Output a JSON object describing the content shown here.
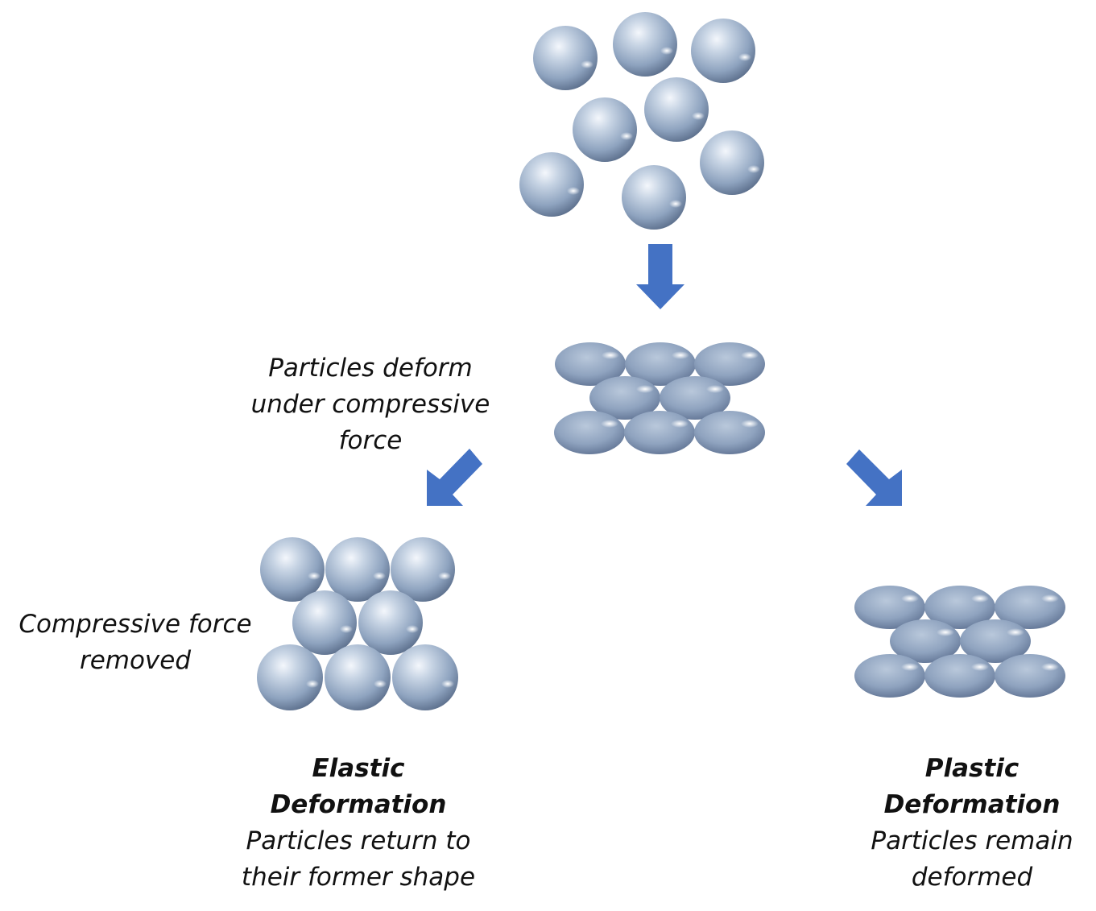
{
  "captions": {
    "deform_note": {
      "lines": [
        "Particles deform",
        "under compressive",
        "force"
      ]
    },
    "removed_note": {
      "lines": [
        "Compressive force",
        "removed"
      ]
    },
    "elastic": {
      "title_lines": [
        "Elastic",
        "Deformation"
      ],
      "desc_lines": [
        "Particles return to",
        "their former shape"
      ]
    },
    "plastic": {
      "title_lines": [
        "Plastic",
        "Deformation"
      ],
      "desc_lines": [
        "Particles remain",
        "deformed"
      ]
    }
  },
  "colors": {
    "arrow": "#4472C4",
    "particle_light": "#eef3fa",
    "particle_mid": "#a9bbd2",
    "particle_dark": "#5f7390",
    "text": "#111111"
  },
  "groups": [
    {
      "name": "initial-loose-particles",
      "shape": "sphere",
      "count": 8
    },
    {
      "name": "compressed-particles",
      "shape": "flattened",
      "count": 8
    },
    {
      "name": "elastic-recovered-particles",
      "shape": "sphere",
      "count": 8
    },
    {
      "name": "plastic-deformed-particles",
      "shape": "flattened",
      "count": 8
    }
  ],
  "arrows": [
    {
      "name": "compress-arrow",
      "direction": "down"
    },
    {
      "name": "elastic-arrow",
      "direction": "down-left"
    },
    {
      "name": "plastic-arrow",
      "direction": "down-right"
    }
  ]
}
